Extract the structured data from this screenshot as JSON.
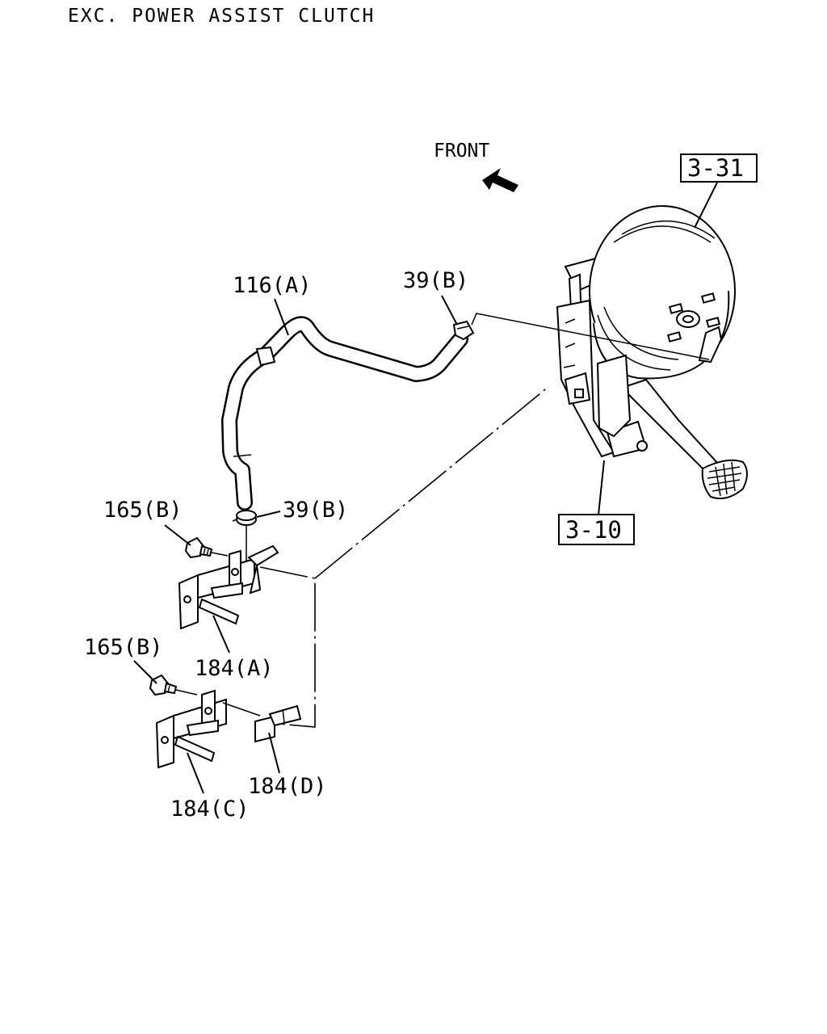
{
  "title": "EXC. POWER ASSIST CLUTCH",
  "direction_label": "FRONT",
  "reference_boxes": {
    "ref_3_31": "3-31",
    "ref_3_10": "3-10"
  },
  "callouts": {
    "hose_116a": "116(A)",
    "clip_39b_upper": "39(B)",
    "clip_39b_lower": "39(B)",
    "bolt_165b_upper": "165(B)",
    "bolt_165b_lower": "165(B)",
    "bracket_184a": "184(A)",
    "bracket_184c": "184(C)",
    "bracket_184d": "184(D)"
  },
  "icons": {
    "front_arrow": "front-arrow-icon"
  }
}
